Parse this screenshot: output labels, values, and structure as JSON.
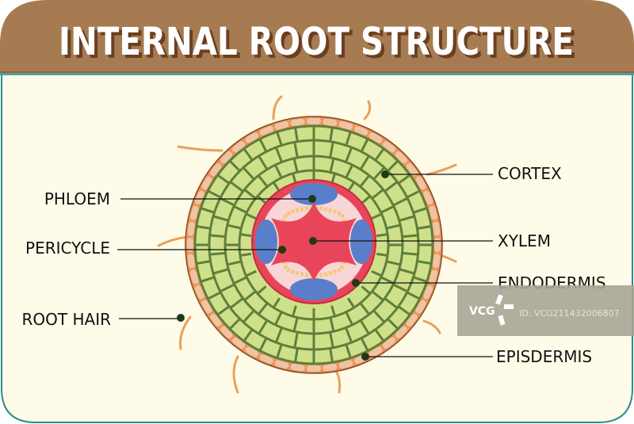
{
  "title": "INTERNAL ROOT STRUCTURE",
  "colors": {
    "header": "#a67b52",
    "title_fill": "#ffffff",
    "title_shadow": "#6b3f1f",
    "panel": "#fefbe8",
    "border": "#2a8d8a",
    "epidermis": "#e9955a",
    "epidermis_cell": "#efc4a4",
    "cortex": "#cfe08a",
    "cortex_wall": "#5f7f3a",
    "endodermis": "#e8455a",
    "phloem": "#5a7fca",
    "pericycle_ring": "#f3c87a",
    "pith_pink": "#f8d6d8",
    "root_hair": "#e9a05a",
    "pointer": "#1f3a14"
  },
  "labels": {
    "left": [
      {
        "id": "phloem",
        "text": "PHLOEM"
      },
      {
        "id": "pericycle",
        "text": "PERICYCLE"
      },
      {
        "id": "root_hair",
        "text": "ROOT HAIR"
      }
    ],
    "right": [
      {
        "id": "cortex",
        "text": "CORTEX"
      },
      {
        "id": "xylem",
        "text": "XYLEM"
      },
      {
        "id": "endodermis",
        "text": "ENDODERMIS"
      },
      {
        "id": "epidermis",
        "text": "EPISDERMIS"
      }
    ]
  },
  "watermark": {
    "logo": "VCG",
    "id_text": "ID: VCG211432006807"
  }
}
